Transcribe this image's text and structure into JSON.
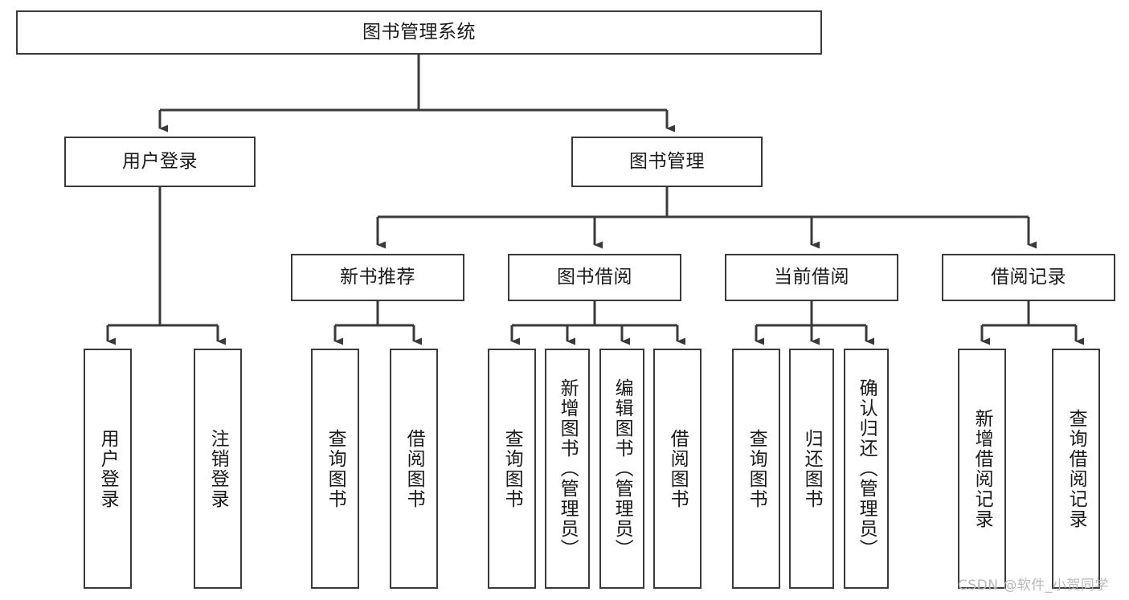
{
  "diagram": {
    "title": "图书管理系统",
    "watermark": "CSDN @软件_小贺同学",
    "line_color": "#3a3a3a",
    "box_fill": "#ffffff",
    "text_color": "#1a1a1a",
    "levels": {
      "root": {
        "label": "图书管理系统"
      },
      "level2": [
        {
          "label": "用户登录"
        },
        {
          "label": "图书管理"
        }
      ],
      "level3": [
        {
          "label": "新书推荐"
        },
        {
          "label": "图书借阅"
        },
        {
          "label": "当前借阅"
        },
        {
          "label": "借阅记录"
        }
      ],
      "level4": {
        "user_login": [
          {
            "label": "用户登录"
          },
          {
            "label": "注销登录"
          }
        ],
        "new_book_recommend": [
          {
            "label": "查询图书"
          },
          {
            "label": "借阅图书"
          }
        ],
        "book_borrow": [
          {
            "label": "查询图书"
          },
          {
            "label": "新增图书（管理员）"
          },
          {
            "label": "编辑图书（管理员）"
          },
          {
            "label": "借阅图书"
          }
        ],
        "current_borrow": [
          {
            "label": "查询图书"
          },
          {
            "label": "归还图书"
          },
          {
            "label": "确认归还（管理员）"
          }
        ],
        "borrow_record": [
          {
            "label": "新增借阅记录"
          },
          {
            "label": "查询借阅记录"
          }
        ]
      }
    }
  }
}
